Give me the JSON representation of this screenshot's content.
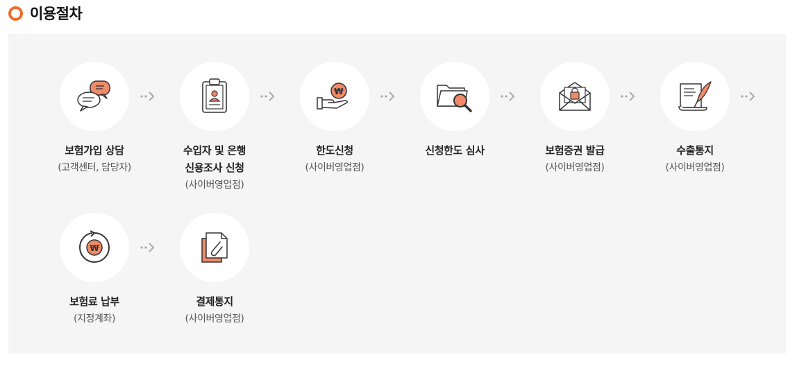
{
  "page_title": "이용절차",
  "colors": {
    "accent": "#ec6e2c",
    "icon_fill": "#f08a68",
    "panel_bg": "#f5f5f5"
  },
  "steps": [
    {
      "label_lines": [
        "보험가입 상담"
      ],
      "sub": "(고객센터, 담당자)",
      "icon": "chat-bubbles-icon"
    },
    {
      "label_lines": [
        "수입자 및 은행",
        "신용조사 신청"
      ],
      "sub": "(사이버영업점)",
      "icon": "clipboard-icon"
    },
    {
      "label_lines": [
        "한도신청"
      ],
      "sub": "(사이버영업점)",
      "icon": "hand-coin-icon"
    },
    {
      "label_lines": [
        "신청한도 심사"
      ],
      "sub": "",
      "icon": "folder-search-icon"
    },
    {
      "label_lines": [
        "보험증권 발급"
      ],
      "sub": "(사이버영업점)",
      "icon": "envelope-lock-icon"
    },
    {
      "label_lines": [
        "수출통지"
      ],
      "sub": "(사이버영업점)",
      "icon": "scroll-quill-icon"
    },
    {
      "label_lines": [
        "보험료 납부"
      ],
      "sub": "(지정계좌)",
      "icon": "coin-cycle-icon"
    },
    {
      "label_lines": [
        "결제통지"
      ],
      "sub": "(사이버영업점)",
      "icon": "document-clip-icon"
    }
  ]
}
